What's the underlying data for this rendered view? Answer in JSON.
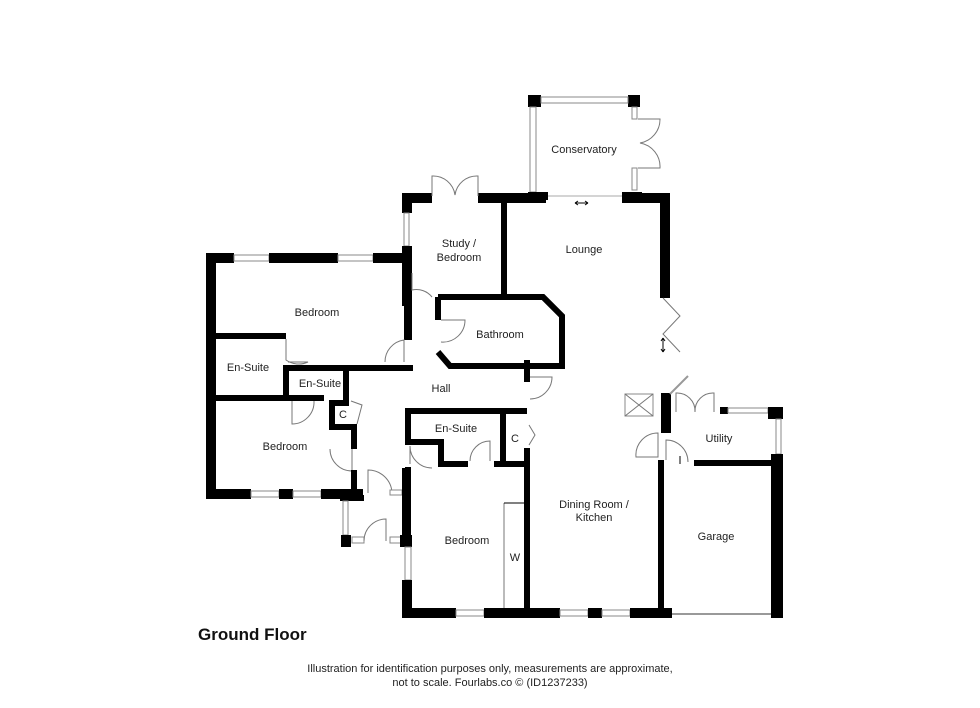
{
  "floor_title": "Ground Floor",
  "disclaimer": {
    "line1": "Illustration for identification purposes only, measurements are approximate,",
    "line2": "not to scale. Fourlabs.co © (ID1237233)"
  },
  "rooms": {
    "conservatory": "Conservatory",
    "study_line1": "Study /",
    "study_line2": "Bedroom",
    "lounge": "Lounge",
    "bedroom1": "Bedroom",
    "bathroom": "Bathroom",
    "ensuite1": "En-Suite",
    "ensuite2": "En-Suite",
    "hall": "Hall",
    "cupboard1": "C",
    "bedroom2": "Bedroom",
    "ensuite3": "En-Suite",
    "cupboard2": "C",
    "utility": "Utility",
    "dining_line1": "Dining Room /",
    "dining_line2": "Kitchen",
    "garage": "Garage",
    "bedroom3": "Bedroom",
    "wardrobe": "W"
  },
  "colors": {
    "wall": "#000000",
    "window": "#888888",
    "background": "#ffffff"
  }
}
